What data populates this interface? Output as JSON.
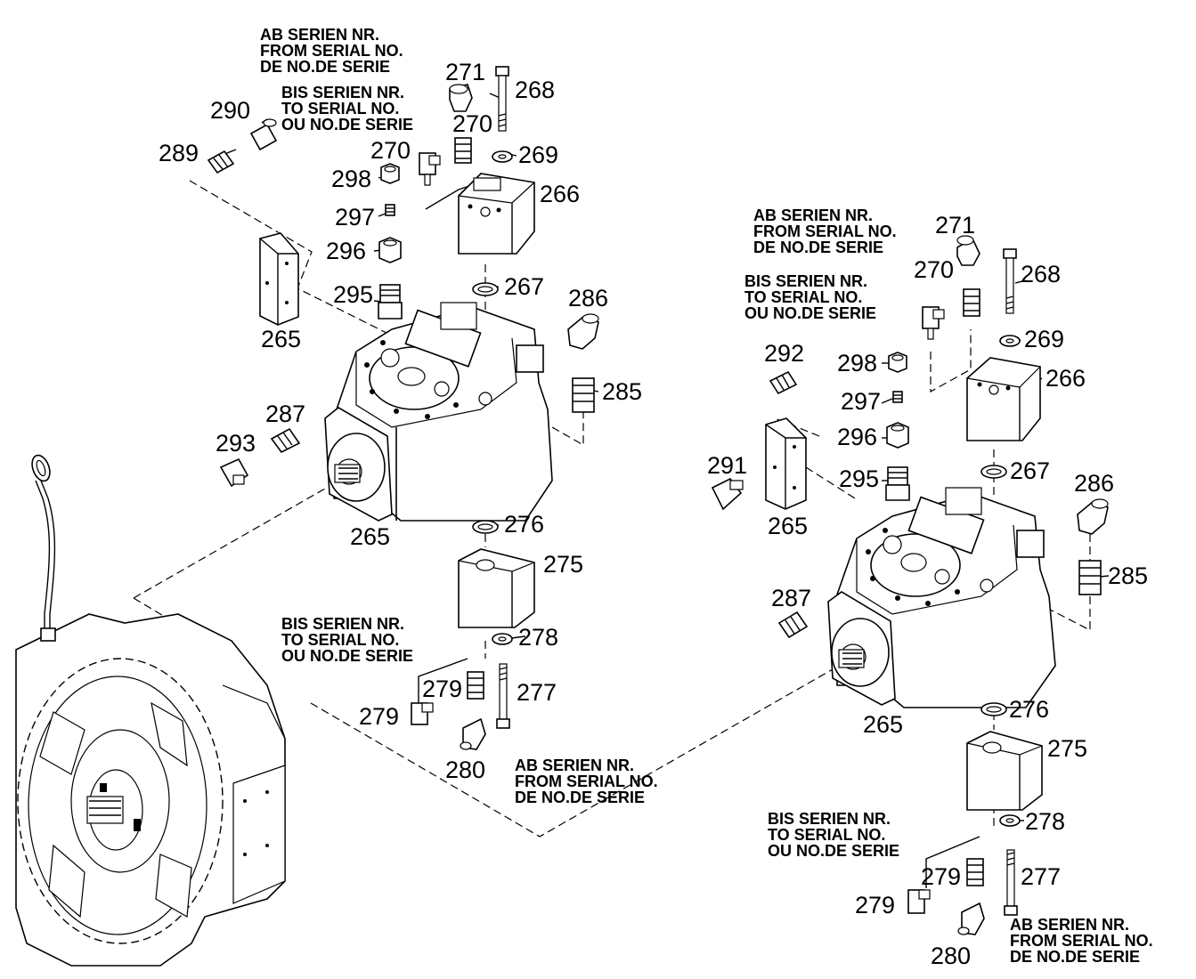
{
  "notes": {
    "ab": [
      "AB SERIEN NR.",
      "FROM SERIAL NO.",
      "DE NO.DE SERIE"
    ],
    "bis": [
      "BIS SERIEN NR.",
      "TO SERIAL NO.",
      "OU NO.DE SERIE"
    ]
  },
  "callouts": {
    "n265": "265",
    "n266": "266",
    "n267": "267",
    "n268": "268",
    "n269": "269",
    "n270": "270",
    "n271": "271",
    "n275": "275",
    "n276": "276",
    "n277": "277",
    "n278": "278",
    "n279": "279",
    "n280": "280",
    "n285": "285",
    "n286": "286",
    "n287": "287",
    "n289": "289",
    "n290": "290",
    "n291": "291",
    "n292": "292",
    "n293": "293",
    "n295": "295",
    "n296": "296",
    "n297": "297",
    "n298": "298"
  }
}
